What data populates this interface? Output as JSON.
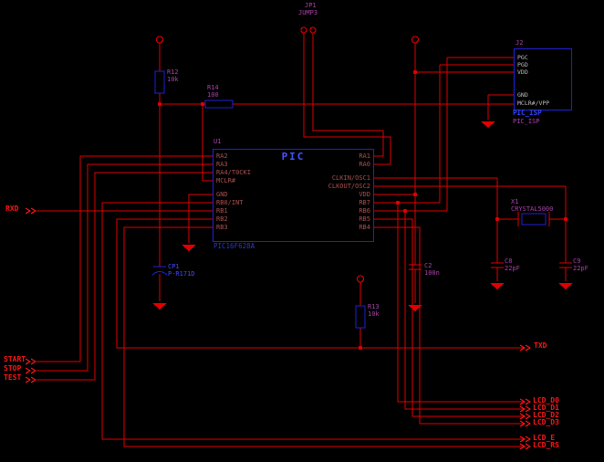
{
  "pic": {
    "ref": "U1",
    "label": "PIC",
    "part": "PIC16F628A",
    "left_pins": [
      "RA2",
      "RA3",
      "RA4/T0CKI",
      "MCLR#",
      "GND",
      "RB0/INT",
      "RB1",
      "RB2",
      "RB3"
    ],
    "right_pins": [
      "RA1",
      "RA0",
      "CLKIN/OSC1",
      "CLKOUT/OSC2",
      "VDD",
      "RB7",
      "RB6",
      "RB5",
      "RB4"
    ]
  },
  "isp": {
    "ref": "J2",
    "net_label": "PIC_ISP",
    "part": "PIC_ISP",
    "pins": [
      "PGC",
      "PGD",
      "VDD",
      "GND",
      "MCLR#/VPP"
    ]
  },
  "jumper": {
    "ref": "JP1",
    "part": "JUMP3"
  },
  "r12": {
    "ref": "R12",
    "value": "10k"
  },
  "r14": {
    "ref": "R14",
    "value": "100"
  },
  "r13": {
    "ref": "R13",
    "value": "10k"
  },
  "cp1": {
    "ref": "CP1",
    "value": "P-R171D"
  },
  "c2": {
    "ref": "C2",
    "value": "100n"
  },
  "c8": {
    "ref": "C8",
    "value": "22pF"
  },
  "c9": {
    "ref": "C9",
    "value": "22pF"
  },
  "x1": {
    "ref": "X1",
    "value": "CRYSTAL5000"
  },
  "ports": {
    "rxd": "RXD",
    "start": "START",
    "stop": "STOP",
    "test": "TEST",
    "txd": "TXD",
    "lcd_d0": "LCD_D0",
    "lcd_d1": "LCD_D1",
    "lcd_d2": "LCD_D2",
    "lcd_d3": "LCD_D3",
    "lcd_e": "LCD_E",
    "lcd_rs": "LCD_RS"
  },
  "colors": {
    "wire": "#e00000",
    "component_outline": "#2121d6",
    "port_text": "#ff1515",
    "accent_blue": "#4455ff"
  }
}
